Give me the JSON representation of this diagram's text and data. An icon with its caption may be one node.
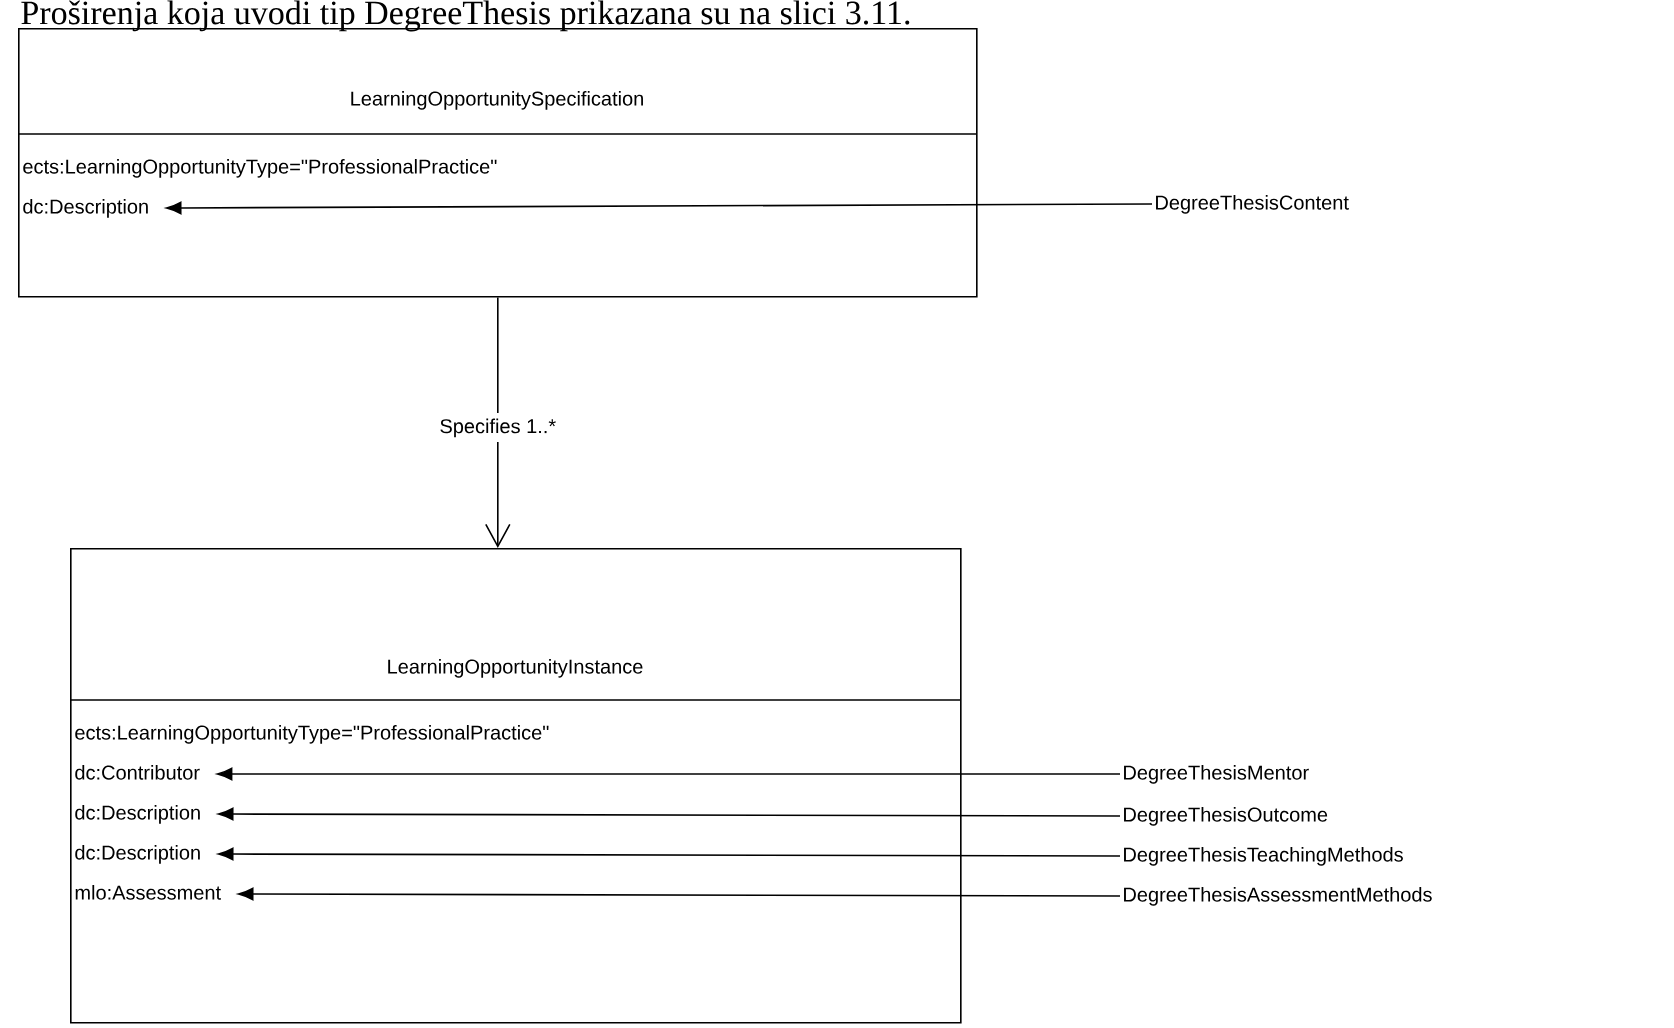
{
  "diagram": {
    "nodes": [
      {
        "text": [
          "LearningOpportunitySpecification",
          "ects:LearningOpportunityType=\"ProfessionalPractice\""
        ]
      },
      {
        "text": [
          "dc:Description"
        ],
        "in": 0
      },
      {
        "text": [
          "DegreeThesisContent"
        ]
      },
      {
        "text": [
          "LearningOpportunityInstance",
          "ects:LearningOpportunityType=\"ProfessionalPractice\""
        ]
      },
      {
        "text": [
          "dc:Contributor"
        ],
        "in": 3
      },
      {
        "text": [
          "dc:Description"
        ],
        "in": 3
      },
      {
        "text": [
          "dc:Description"
        ],
        "in": 3
      },
      {
        "text": [
          "mlo:Assessment"
        ],
        "in": 3
      },
      {
        "text": [
          "DegreeThesisMentor"
        ]
      },
      {
        "text": [
          "DegreeThesisOutcome"
        ]
      },
      {
        "text": [
          "DegreeThesisTeachingMethods"
        ]
      },
      {
        "text": [
          "DegreeThesisAssessmentMethods"
        ]
      }
    ],
    "edges": [
      {
        "from": 2,
        "to": 1,
        "arrow": "to"
      },
      {
        "from": 0,
        "to": 3,
        "arrow": "to",
        "label": "Specifies 1..*"
      },
      {
        "from": 8,
        "to": 4,
        "arrow": "to"
      },
      {
        "from": 9,
        "to": 5,
        "arrow": "to"
      },
      {
        "from": 10,
        "to": 6,
        "arrow": "to"
      },
      {
        "from": 11,
        "to": 7,
        "arrow": "to"
      }
    ],
    "labels": [
      "Proširenja koja uvodi tip DegreeThesis prikazana su na slici 3.11."
    ]
  }
}
